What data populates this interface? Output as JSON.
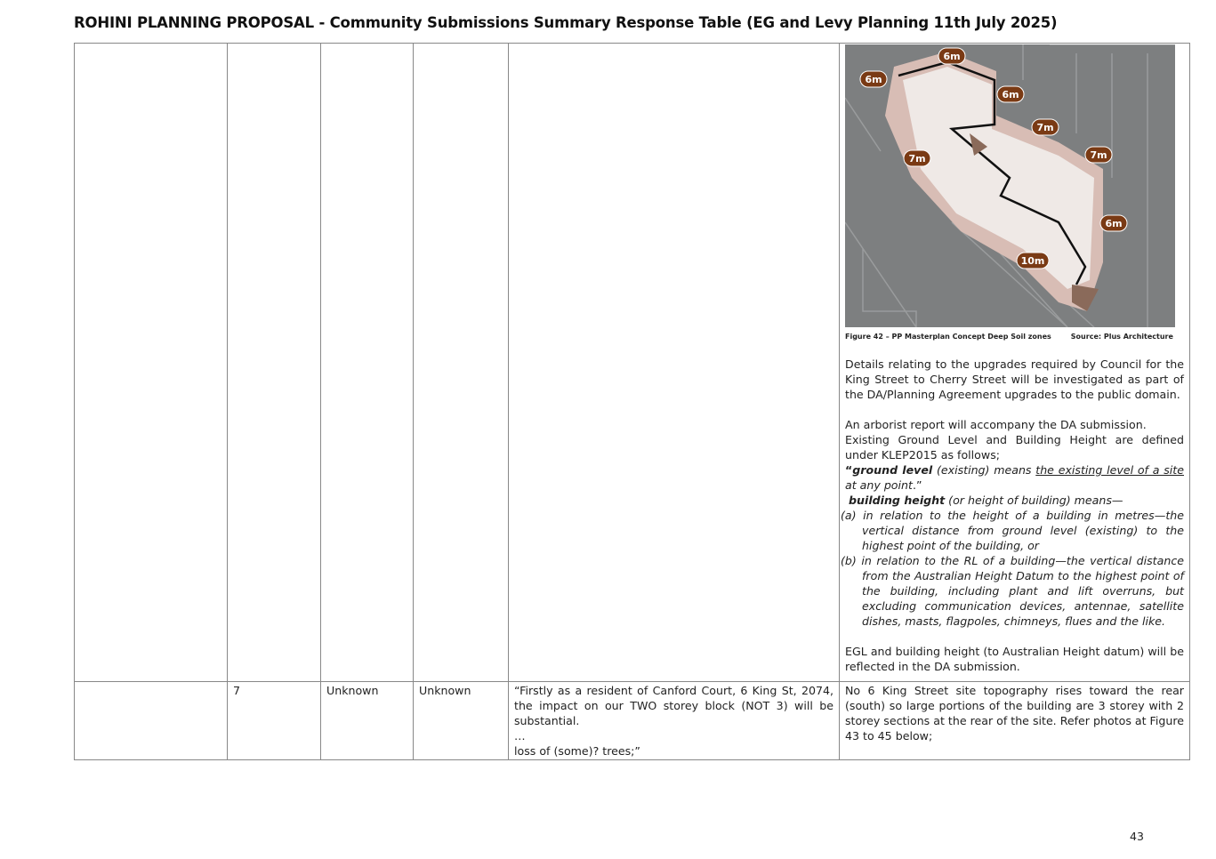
{
  "title": "ROHINI PLANNING PROPOSAL  - Community Submissions  Summary Response Table (EG and Levy Planning 11th July 2025)",
  "figure": {
    "labels": [
      "6m",
      "6m",
      "6m",
      "7m",
      "7m",
      "7m",
      "6m",
      "10m"
    ],
    "caption": "Figure 42 –  PP Masterplan Concept Deep Soil zones",
    "source": "Source: Plus Architecture"
  },
  "row1": {
    "p1": "Details relating to the upgrades required by Council for the King Street to Cherry Street will be investigated as part of the DA/Planning Agreement upgrades to the public domain.",
    "p2": "An arborist report will accompany the DA submission.",
    "p3": "Existing Ground Level and Building Height are defined under KLEP2015 as follows;",
    "gl_quote_open": "“",
    "gl_term": "ground level",
    "gl_mid": " (existing) means ",
    "gl_def": "the existing level of a site",
    "gl_end": " at any point",
    "gl_close": ".”",
    "bh_term": "building height",
    "bh_rest": " (or height of building) means—",
    "bh_a": "(a) in relation to the height of a building in metres—the vertical distance from ground level (existing) to the highest point of the building, or",
    "bh_b": "(b) in relation to the RL of a building—the vertical distance from the Australian Height Datum to the highest point of the building, including plant and lift overruns, but excluding communication devices, antennae, satellite dishes, masts, flagpoles, chimneys, flues and the like.",
    "p4": "EGL and building height (to Australian Height datum) will be reflected in the DA submission."
  },
  "row2": {
    "no": "7",
    "col3": "Unknown",
    "col4": "Unknown",
    "sub1": "“Firstly as a resident of Canford Court, 6 King St, 2074, the impact on our TWO storey block (NOT 3) will be substantial.",
    "sub2": "…",
    "sub3": "loss of (some)? trees;”",
    "response": "No 6 King Street site topography rises toward the rear (south) so large portions of the building are 3 storey with 2 storey sections at the rear of the site. Refer photos at Figure 43 to 45 below;"
  },
  "page_number": "43"
}
